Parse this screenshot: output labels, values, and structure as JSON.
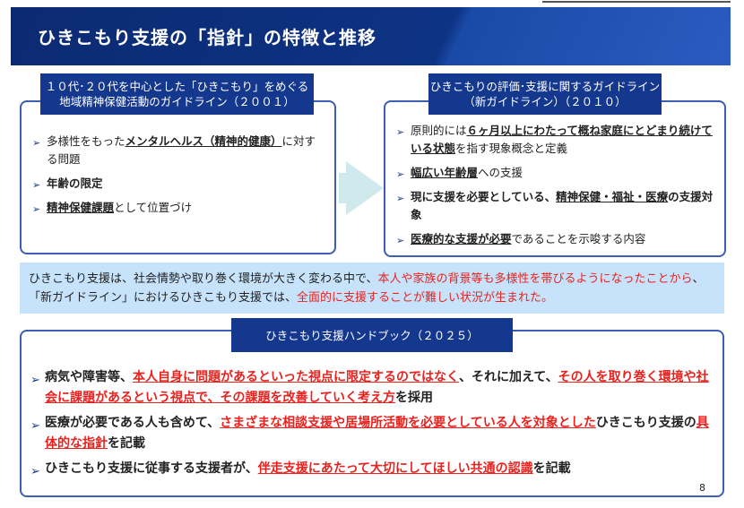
{
  "title": "ひきこもり支援の「指針」の特徴と推移",
  "left": {
    "label_lines": [
      "１０代･２０代を中心とした「ひきこもり」をめぐる",
      "地域精神保健活動のガイドライン（２００１）"
    ],
    "bullets": [
      [
        {
          "t": "多様性をもった"
        },
        {
          "t": "メンタルヘルス（精神的健康）",
          "s": "b u"
        },
        {
          "t": "に対する問題"
        }
      ],
      [
        {
          "t": "年齢の限定",
          "s": "b"
        }
      ],
      [
        {
          "t": "精神保健課題",
          "s": "b u"
        },
        {
          "t": "として位置づけ"
        }
      ]
    ]
  },
  "right": {
    "label_lines": [
      "ひきこもりの評価･支援に関するガイドライン",
      "（新ガイドライン）（２０１０）"
    ],
    "bullets": [
      [
        {
          "t": "原則的には"
        },
        {
          "t": "６ヶ月以上にわたって概ね家庭にとどまり続けている状態",
          "s": "b u"
        },
        {
          "t": "を指す現象概念と定義"
        }
      ],
      [
        {
          "t": "幅広い年齢層",
          "s": "b u"
        },
        {
          "t": "への支援"
        }
      ],
      [
        {
          "t": "現に支援を必要としている、",
          "s": "b"
        },
        {
          "t": "精神保健・福祉・医療",
          "s": "b u"
        },
        {
          "t": "の支援対象",
          "s": "b"
        }
      ],
      [
        {
          "t": "医療的な支援が必要",
          "s": "b u"
        },
        {
          "t": "であることを示唆する内容"
        }
      ]
    ]
  },
  "info": [
    {
      "t": "ひきこもり支援は、社会情勢や取り巻く環境が大きく変わる中で、"
    },
    {
      "t": "本人や家族の背景等も多様性を帯びるようになったことから",
      "s": "r"
    },
    {
      "t": "、「新ガイドライン」におけるひきこもり支援では、"
    },
    {
      "t": "全面的に支援することが難しい状況が生まれた。",
      "s": "r"
    }
  ],
  "bottom": {
    "label": "ひきこもり支援ハンドブック（２０２５）",
    "bullets": [
      [
        {
          "t": "病気や障害等、"
        },
        {
          "t": "本人自身に問題があるといった視点に限定するのではなく",
          "s": "r u"
        },
        {
          "t": "、それに加えて、"
        },
        {
          "t": "その人を取り巻く環境や社会に課題があるという視点で、その課題を改善していく考え方",
          "s": "r u"
        },
        {
          "t": "を採用"
        }
      ],
      [
        {
          "t": "医療が必要である人も含めて、"
        },
        {
          "t": "さまざまな相談支援や居場所活動を必要としている人を対象とした",
          "s": "r u"
        },
        {
          "t": "ひきこもり支援の"
        },
        {
          "t": "具体的な指針",
          "s": "r u"
        },
        {
          "t": "を記載"
        }
      ],
      [
        {
          "t": "ひきこもり支援に従事する支援者が、"
        },
        {
          "t": "伴走支援にあたって大切にしてほしい共通の認識",
          "s": "r u"
        },
        {
          "t": "を記載"
        }
      ]
    ]
  },
  "page_number": "8"
}
